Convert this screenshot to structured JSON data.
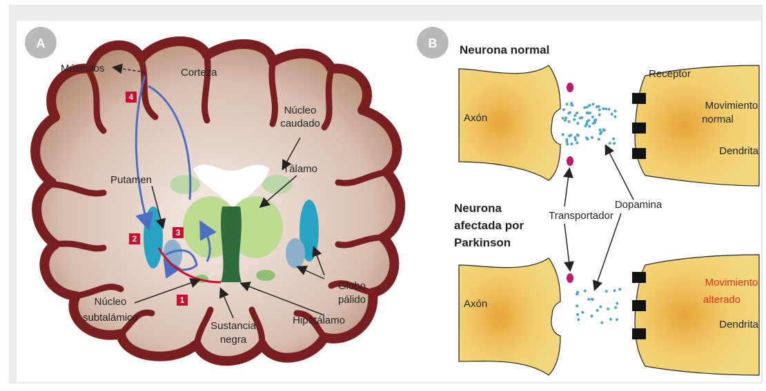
{
  "panel_a": {
    "letter": "A",
    "labels": {
      "musculos": "Músculos",
      "corteza": "Corteza",
      "nucleo_caudado_1": "Núcleo",
      "nucleo_caudado_2": "caudado",
      "talamo": "Tálamo",
      "putamen": "Putamen",
      "globo_1": "Globo",
      "globo_2": "pálido",
      "nucleo_sub_1": "Núcleo",
      "nucleo_sub_2": "subtalámico",
      "sustancia_1": "Sustancia",
      "sustancia_2": "negra",
      "hipotalamo": "Hipotálamo"
    },
    "badges": [
      "1",
      "2",
      "3",
      "4"
    ]
  },
  "panel_b": {
    "letter": "B",
    "title_normal": "Neurona normal",
    "title_affected_1": "Neurona",
    "title_affected_2": "afectada por",
    "title_affected_3": "Parkinson",
    "axon_top": "Axón",
    "axon_bottom": "Axón",
    "receptor": "Receptor",
    "mov_normal_1": "Movimiento",
    "mov_normal_2": "normal",
    "mov_altered_1": "Movimiento",
    "mov_altered_2": "alterado",
    "dendrita_top": "Dendrita",
    "dendrita_bottom": "Dendrita",
    "transportador": "Transportador",
    "dopamina": "Dopamina"
  },
  "colors": {
    "cortex_dark": "#7a1f1f",
    "brain_fill": "#c9a48e",
    "neuron_fill": "#f1ce6d",
    "dopamine": "#49a5c7",
    "transporter": "#c2186b",
    "altered_red": "#e0301e",
    "badge_red": "#c8102e",
    "circle_grey": "#b9b9b9",
    "path_blue": "#4a6ec2"
  }
}
